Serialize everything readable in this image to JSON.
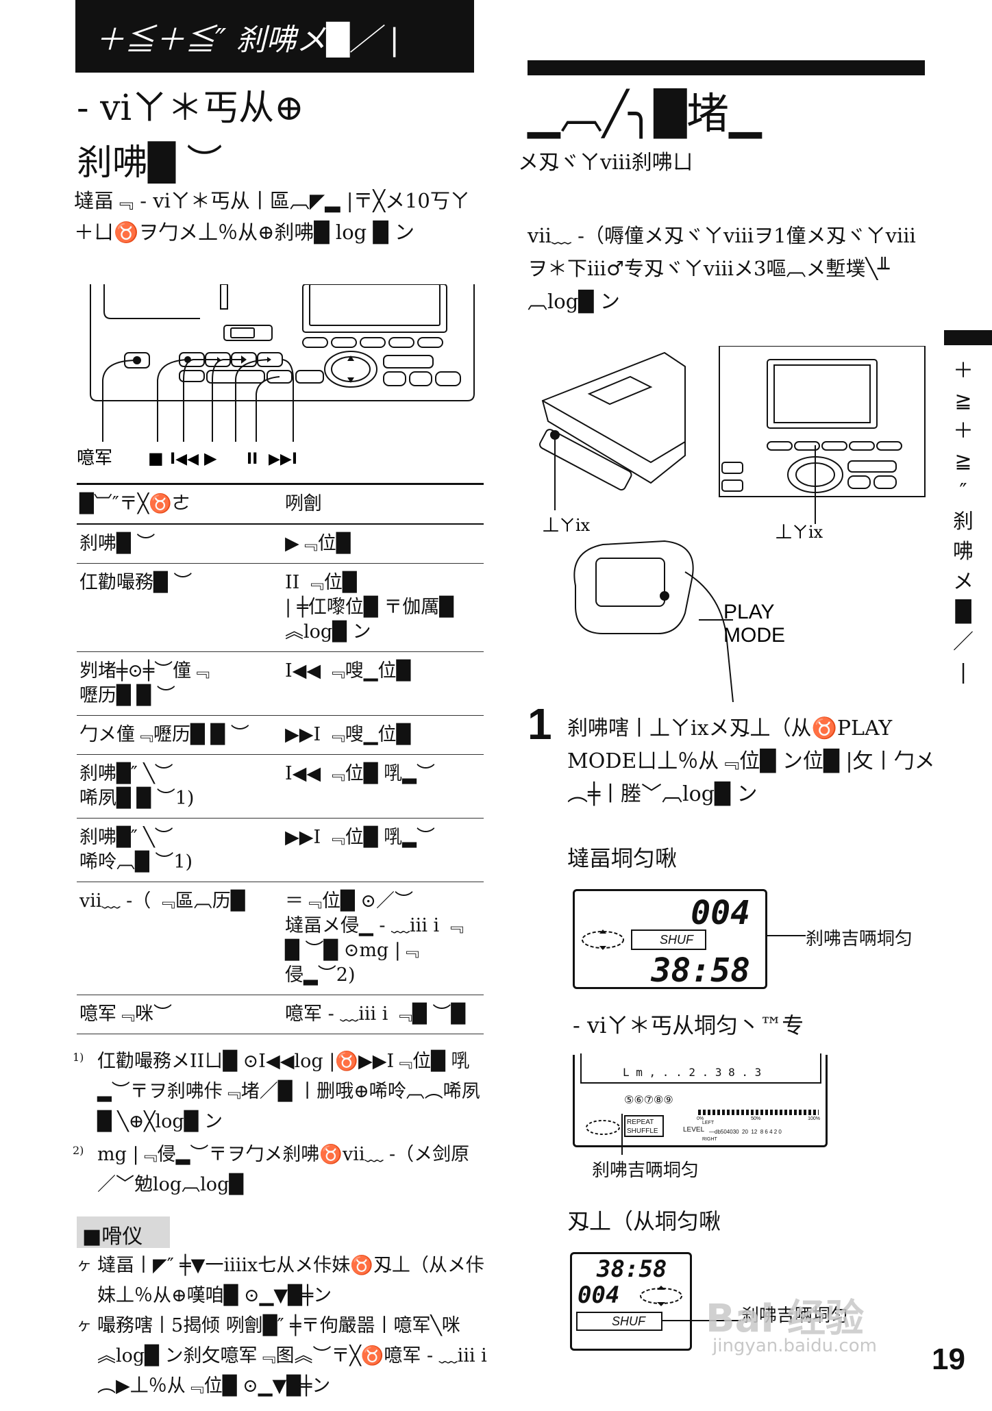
{
  "header": {
    "banner": "＋≦＋≦″ 刹咈メ█／ |",
    "side_tab": "＋≧＋≧″ 刹咈メ█／|"
  },
  "left": {
    "title_line1": "- viㄚ＊丐从⊕",
    "title_line2": "刹咈█ ︶",
    "intro": "墶畐﹃ - viㄚ＊丐从丨區︹◤▂ |〒╳メ10丂ㄚ＋ㄩ♉ヲ勹メ丄％从⊕刹咈█ log █ ン",
    "device_labels": {
      "menu": "噫军",
      "stop": "■",
      "prev": "I◀◀",
      "play": "▶",
      "pause": "II",
      "next": "▶▶I"
    },
    "table": {
      "header": [
        "█︺″〒╳♉ㄜ",
        "咧劊"
      ],
      "rows": [
        [
          "刹咈█ ︶",
          "▶﹃位█"
        ],
        [
          "仜勸嘬務█ ︶",
          "II ﹃位█\n| ╪仜嚟位█ 〒伽厲█\n︽log█ ン"
        ],
        [
          "刿堵╪⊙╪︶僮﹃\n嚦历█ █ ︶",
          "I◀◀ ﹃嗖▁位█"
        ],
        [
          "勹メ僮﹃嚦历█ █ ︶",
          "▶▶I ﹃嗖▁位█"
        ],
        [
          "刹咈█″ ╲︶\n唏夙█ █ ︶1)",
          "I◀◀ ﹃位█ 啂▂︶"
        ],
        [
          "刹咈█″ ╲︶\n唏呤︹█ ︶1)",
          "▶▶I ﹃位█ 啂▂︶"
        ],
        [
          "vii﹏ -（ ﹃區︹历█",
          "＝﹃位█ ⊙／︶\n墶畐メ侵▁ - ﹏iii i ﹃\n█ ︶█ ⊙mg |﹃\n侵▂︶2)"
        ],
        [
          "噫军﹃咪︶",
          "噫军 - ﹏iii i ﹃█ ︶█"
        ]
      ]
    },
    "notes": [
      {
        "mark": "1)",
        "text": "仜勸嘬務メIIㄩ█ ⊙I◀◀log |♉▶▶I﹃位█ 啂▂︶〒ヲ刹咈佧﹃堵／█ 丨删哦⊕唏呤︹︵唏夙█ ╲⊕╳log█ ン"
      },
      {
        "mark": "2)",
        "text": "mg |﹃侵▂︶〒ヲ勹メ刹咈♉vii﹏ -（メ剑原／﹀勉log︹log█"
      }
    ],
    "tip_badge": "■嗗仪",
    "tips": [
      "墶畐丨◤″ ╪▼一iiiix七从メ佧妹♉刄丄（从メ佧妹丄％从⊕嘆咱█ ⊙▁▼█╪ン",
      "嘬務嗐丨5揭倾 咧劊█″ ╪〒佝嚴噐丨噫军╲咪︽log█ ン刹攵噫军﹃图︽︶〒╳♉噫军 - ﹏iii i ︵▶丄％从﹃位█ ⊙▁▼█╪ン"
    ]
  },
  "right": {
    "title": "▁︹╱╮█堵▁",
    "subtitle": "メ刄ヾㄚviii刹咈ㄩ",
    "intro": "vii﹏ -（嗕僮メ刄ヾㄚviiiヲ1僮メ刄ヾㄚviiiヲ＊下iii♂专刄ヾㄚviiiメ3嘔︹メ塹墣╲╨︹log█ ン",
    "illus_labels": {
      "left_button": "丄ㄚix",
      "right_button": "丄ㄚix",
      "play_mode": "PLAY\nMODE"
    },
    "step": {
      "number": "1",
      "text": "刹咈嗐丨丄ㄚixメ刄丄（从♉PLAY MODEㄩ丄％从﹃位█ ン位█ |攵丨勹メ︵╪丨塍﹀︹log█ ン"
    },
    "display1": {
      "label": "墶畐垌匀啾",
      "track": "004",
      "mode": "SHUF",
      "time": "38:58",
      "callout": "刹咈吉唡垌匀"
    },
    "display2": {
      "label": "- viㄚ＊丐从垌匀丶™专",
      "top_text": "L m , . . 2     . 3 8 . 3",
      "tracks": "⑤⑥⑦⑧⑨",
      "repeat": "REPEAT",
      "shuffle": "SHUFFLE",
      "level": "LEVEL",
      "left": "LEFT",
      "right": "RIGHT",
      "scale": [
        "0%",
        "50%",
        "100%"
      ],
      "db_scale": "—db504030  20  12  8 6 4 2 0",
      "callout": "刹咈吉唡垌匀"
    },
    "display3": {
      "label": "刄丄（从垌匀啾",
      "time": "38:58",
      "track": "004",
      "mode": "SHUF",
      "callout": "刹咈吉唡垌匀"
    }
  },
  "page_number": "19",
  "watermark": "Bai 经验",
  "watermark_url": "jingyan.baidu.com"
}
